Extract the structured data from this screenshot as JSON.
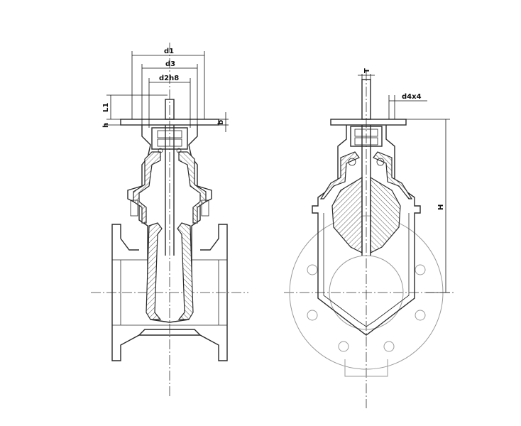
{
  "labels": {
    "d1": "d1",
    "d3": "d3",
    "d2h8": "d2h8",
    "L1": "L1",
    "h": "h",
    "b": "b",
    "T": "T",
    "d4x4": "d4x4",
    "H": "H"
  },
  "colors": {
    "line": "#2a2a2a",
    "faint": "#9a9a9a",
    "background": "#ffffff"
  }
}
